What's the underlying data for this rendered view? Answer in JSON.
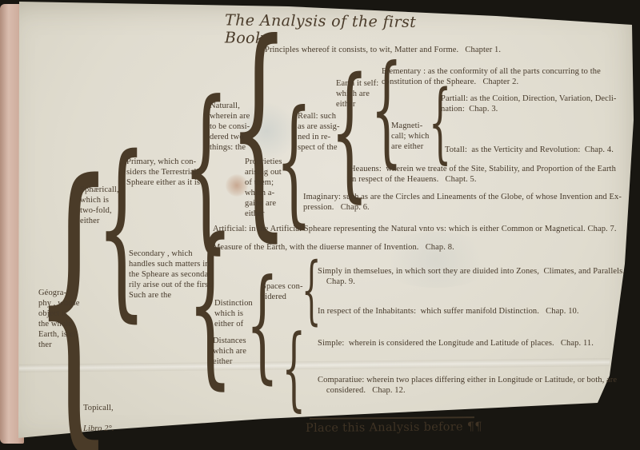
{
  "colors": {
    "backdrop": "#181611",
    "page": "#e1ddd2",
    "ink": "#46392a",
    "book_edge": "#d5b6a7"
  },
  "page": {
    "title": "The Analysis of the first Booke.",
    "footer_note": "Place this Analysis before ¶¶"
  },
  "tree": {
    "geography": {
      "text": "Géogra-\nphy , whose\nobject is\nthe whole\nEarth, is ei-\nther"
    },
    "sphaericall": {
      "text": "Sphæricall,\nwhich is\ntwo-fold,\neither"
    },
    "topicall": {
      "text": "Topicall,",
      "volume": "Libro 2°."
    },
    "primary": {
      "text": "Primary, which con-\nsiders the Terrestriall\nSpheare either as it is"
    },
    "secondary": {
      "text": "Secondary , which\nhandles such matters in\nthe Spheare as seconda-\nrily arise out of the first.\nSuch are the"
    },
    "naturall": {
      "text": "Naturall,\nwherein are\nto be consi-\ndered two\nthings: the"
    },
    "principles": {
      "text": "Principles whereof it consists, to wit, Matter and Forme.   Chapter 1."
    },
    "proprieties": {
      "text": "Proprieties\narising out\nof them;\nwhich a-\ngaine are\neither"
    },
    "reall": {
      "text": "Reall: such\nas are assig-\nned in re-\nspect of the"
    },
    "imaginary": {
      "text": "Imaginary: such as are the Circles and Lineaments of the Globe, of whose Invention and Ex-\npression.   Chap. 6."
    },
    "earth_it_self": {
      "text": "Earth it self:\nwhich are\neither"
    },
    "heavens": {
      "text": "Heauens:  wherein we treate of the Site, Stability, and Proportion of the Earth\nin respect of the Heauens.   Chapt. 5."
    },
    "elementary": {
      "text": "Elementary : as the conformity of all the parts concurring to the\nconstitution of the Spheare.   Chapter 2."
    },
    "magneticall": {
      "text": "Magneti-\ncall; which\nare either"
    },
    "partiall": {
      "text": "Partiall: as the Coition, Direction, Variation, Decli-\nnation:  Chap. 3."
    },
    "totall": {
      "text": "Totall:  as the Verticity and Revolution:  Chap. 4."
    },
    "artificial": {
      "text": "Artificial: in the Artificial Spheare representing the Natural vnto vs: which is either Common or Magnetical. Chap. 7."
    },
    "measure": {
      "text": "Measure of the Earth, with the diuerse manner of Invention.   Chap. 8."
    },
    "distinction": {
      "text": "Distinction\nwhich is\neither of"
    },
    "spaces": {
      "text": "Spaces con-\nsidered"
    },
    "simply": {
      "text": "Simply in themselues, in which sort they are diuided into Zones,  Climates, and Parallels.\n    Chap. 9."
    },
    "inhabitants": {
      "text": "In respect of the Inhabitants:  which suffer manifold Distinction.   Chap. 10."
    },
    "distances": {
      "text": "Distances\nwhich are\neither"
    },
    "simple": {
      "text": "Simple:  wherein is considered the Longitude and Latitude of places.   Chap. 11."
    },
    "comparative": {
      "text": "Comparatiue: wherein two places differing either in Longitude or Latitude, or both, are\n    considered.   Chap. 12."
    }
  }
}
